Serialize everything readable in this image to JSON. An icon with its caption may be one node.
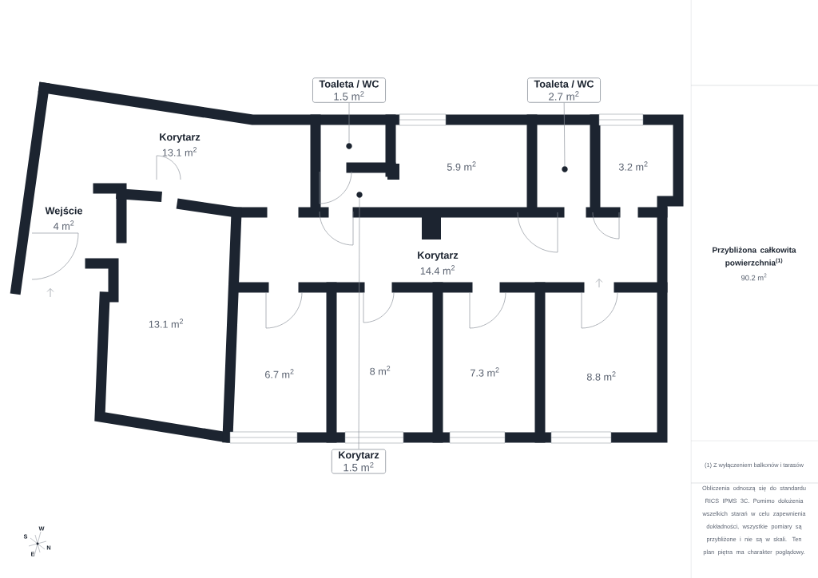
{
  "diagram": {
    "nodes": [
      {
        "text": [
          "Toaleta / WC",
          "1.5 m$^{2}$"
        ]
      },
      {
        "text": [
          "Toaleta / WC",
          "2.7 m$^{2}$"
        ]
      },
      {
        "text": [
          "Korytarz",
          "1.5 m$^{2}$"
        ]
      },
      {
        "text": [],
        "shape": "circle"
      },
      {
        "text": [],
        "shape": "circle"
      },
      {
        "text": [],
        "shape": "circle"
      }
    ],
    "edges": [
      {
        "from": 0,
        "to": 3,
        "arrow": "none"
      },
      {
        "from": 1,
        "to": 5,
        "arrow": "none"
      },
      {
        "from": 2,
        "to": 4,
        "arrow": "none"
      }
    ],
    "labels": [
      "Korytarz",
      "13.1 m$^{2}$",
      "5.9 m$^{2}$",
      "3.2 m$^{2}$",
      "Wejście",
      "4 m$^{2}$",
      "Korytarz",
      "14.4 m$^{2}$",
      "13.1 m$^{2}$",
      "6.7 m$^{2}$",
      "8 m$^{2}$",
      "7.3 m$^{2}$",
      "8.8 m$^{2}$",
      "Przybliżona całkowita powierzchnia$^{(1)}$",
      "90.2 m$^{2}$",
      "(1) Z wyłączeniem balkonów i tarasów",
      "Obliczenia odnoszą się do standardu RICS IPMS 3C. Pomimo dołożenia wszelkich starań w celu zapewnienia dokładności, wszystkie pomiary są przybliżone i nie są w skali. Ten plan piętra ma charakter poglądowy.",
      "W",
      "S",
      "N",
      "E"
    ]
  }
}
